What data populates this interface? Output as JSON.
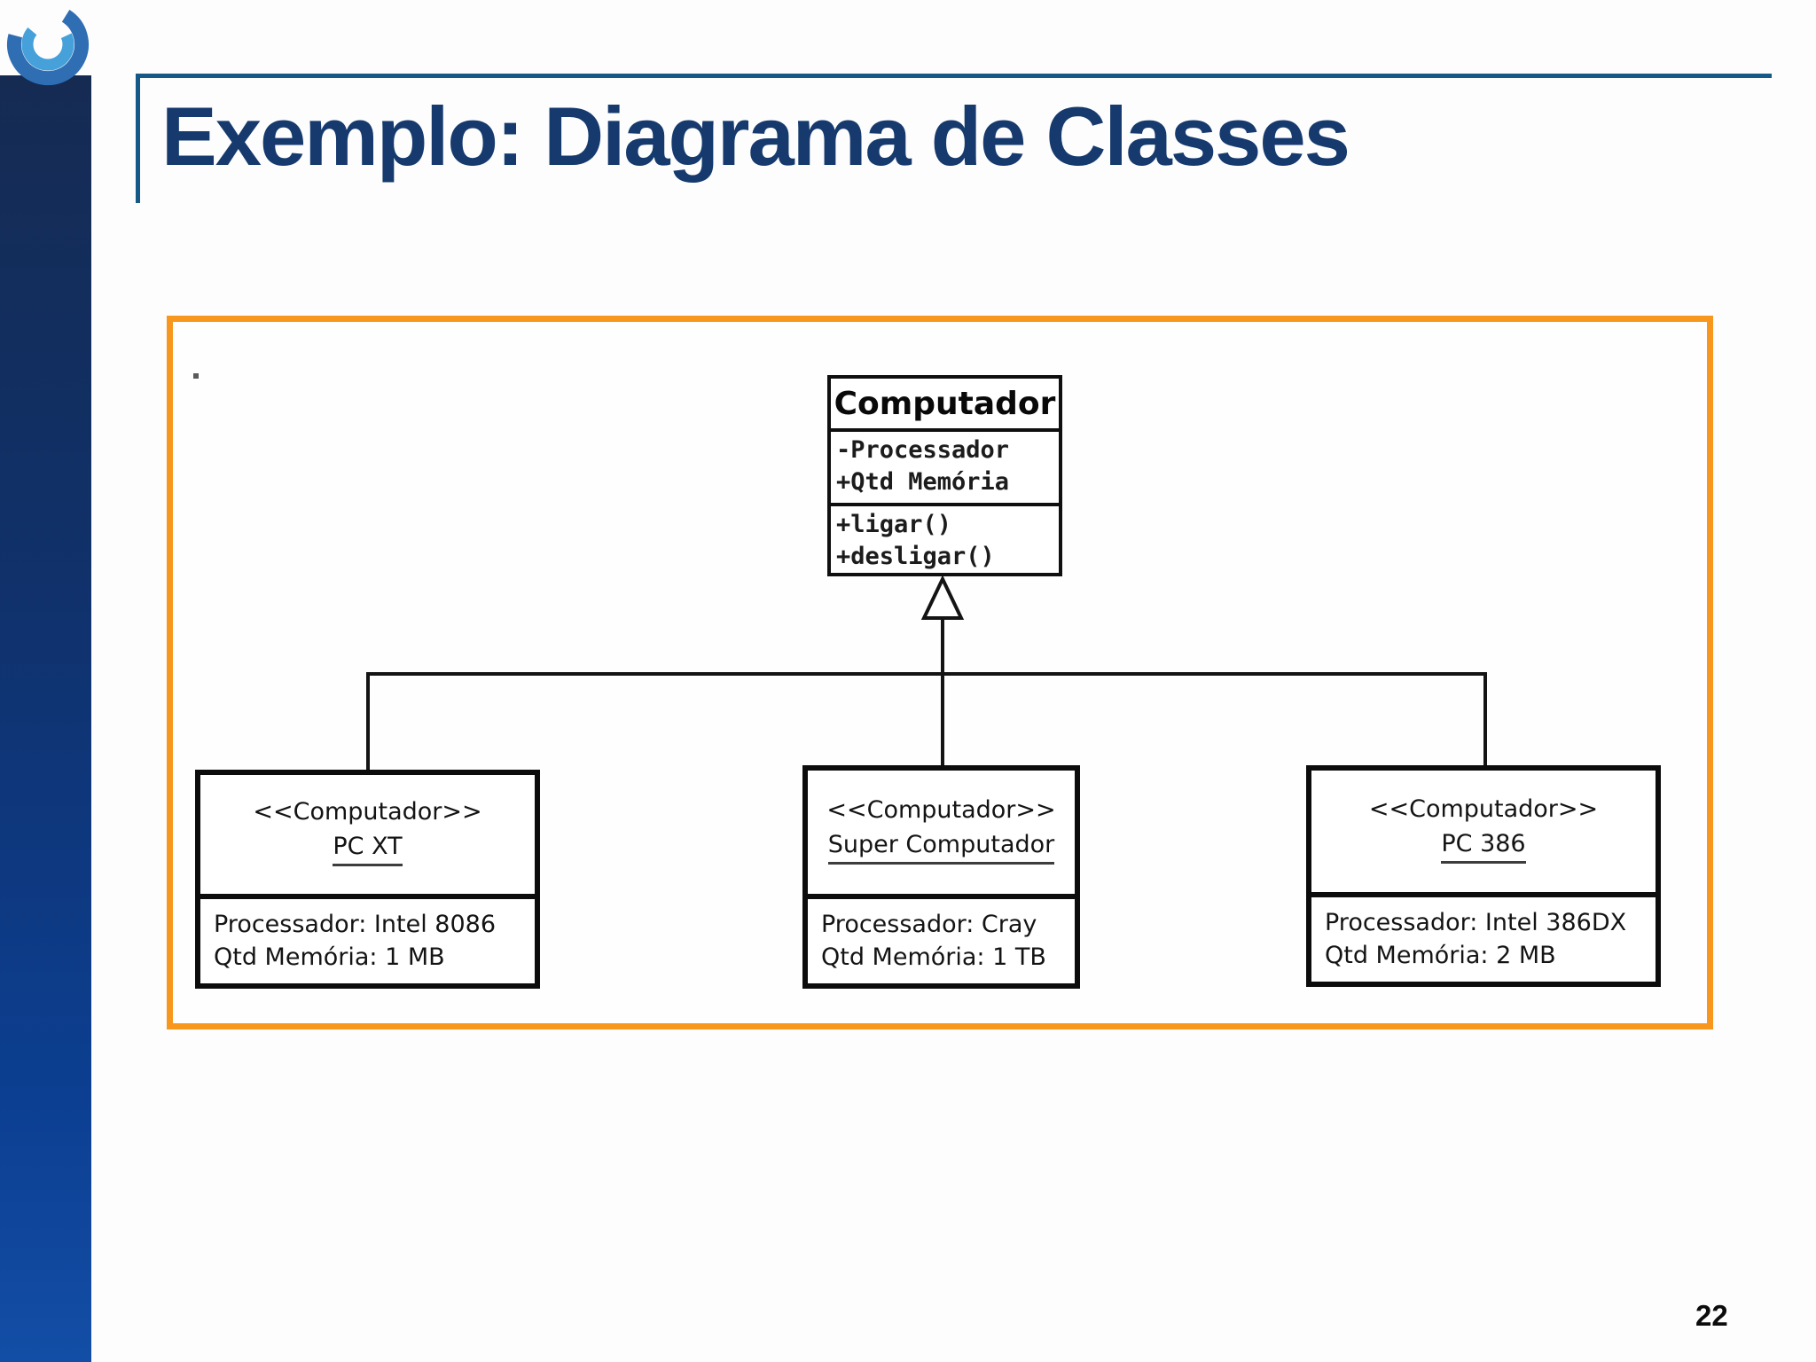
{
  "slide": {
    "title": "Exemplo: Diagrama de Classes",
    "page_number": "22"
  },
  "colors": {
    "accent_orange": "#F8971D",
    "title_navy": "#163A6E",
    "rule_blue": "#155A87",
    "sidebar_top": "#152B52",
    "sidebar_bottom": "#134EA6",
    "line_black": "#141414",
    "logo_outer_blue": "#306EB4",
    "logo_inner_blue": "#46A0D9"
  },
  "diagram": {
    "parent_class": {
      "name": "Computador",
      "attributes": [
        "-Processador",
        "+Qtd Memória"
      ],
      "methods": [
        "+ligar()",
        "+desligar()"
      ]
    },
    "child_classes": [
      {
        "stereotype": "<<Computador>>",
        "name": "PC XT",
        "fields": [
          "Processador: Intel 8086",
          "Qtd Memória: 1 MB"
        ]
      },
      {
        "stereotype": "<<Computador>>",
        "name": "Super Computador",
        "fields": [
          "Processador: Cray",
          "Qtd Memória: 1 TB"
        ]
      },
      {
        "stereotype": "<<Computador>>",
        "name": "PC 386",
        "fields": [
          "Processador: Intel 386DX",
          "Qtd Memória: 2 MB"
        ]
      }
    ]
  }
}
